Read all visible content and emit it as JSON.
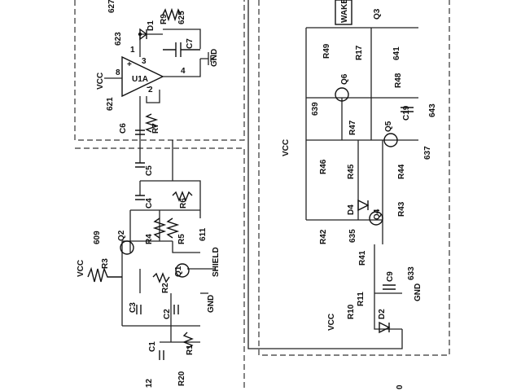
{
  "labels": {
    "vcc_top": "VCC",
    "vcc_left": "VCC",
    "vcc_right": "VCC",
    "vcc_bottom": "VCC",
    "gnd_top": "GND",
    "gnd_shield": "GND",
    "gnd_right": "GND",
    "shield": "SHIELD",
    "wake": "WAKE",
    "op_amp": "U1A",
    "pin8": "8",
    "pin1": "1",
    "pin3": "3",
    "pin2": "2",
    "pin4": "4",
    "plus": "+",
    "minus": "-",
    "r9": "R9",
    "d1": "D1",
    "c7": "C7",
    "c6": "C6",
    "r7": "R7",
    "c5": "C5",
    "c4": "C4",
    "r6": "R6",
    "r4": "R4",
    "r5": "R5",
    "r3": "R3",
    "q2": "Q2",
    "q1": "Q1",
    "r2": "R2",
    "c3": "C3",
    "c2": "C2",
    "c1": "C1",
    "r1": "R1",
    "r20": "R20",
    "r12": "12",
    "ref_627": "627",
    "ref_623": "623",
    "ref_625": "625",
    "ref_621": "621",
    "ref_609": "609",
    "ref_611": "611",
    "q3": "Q3",
    "r49": "R49",
    "r17": "R17",
    "ref_641": "641",
    "r48": "R48",
    "q6": "Q6",
    "ref_639": "639",
    "c19": "C19",
    "ref_643": "643",
    "r47": "R47",
    "q5": "Q5",
    "ref_637": "637",
    "r46": "R46",
    "r45": "R45",
    "r44": "R44",
    "d4": "D4",
    "q4": "Q4",
    "r43": "R43",
    "r42": "R42",
    "ref_635": "635",
    "r41": "R41",
    "c9": "C9",
    "ref_633": "633",
    "r11": "R11",
    "r10": "R10",
    "d2": "D2",
    "ref_bottom": "0"
  }
}
